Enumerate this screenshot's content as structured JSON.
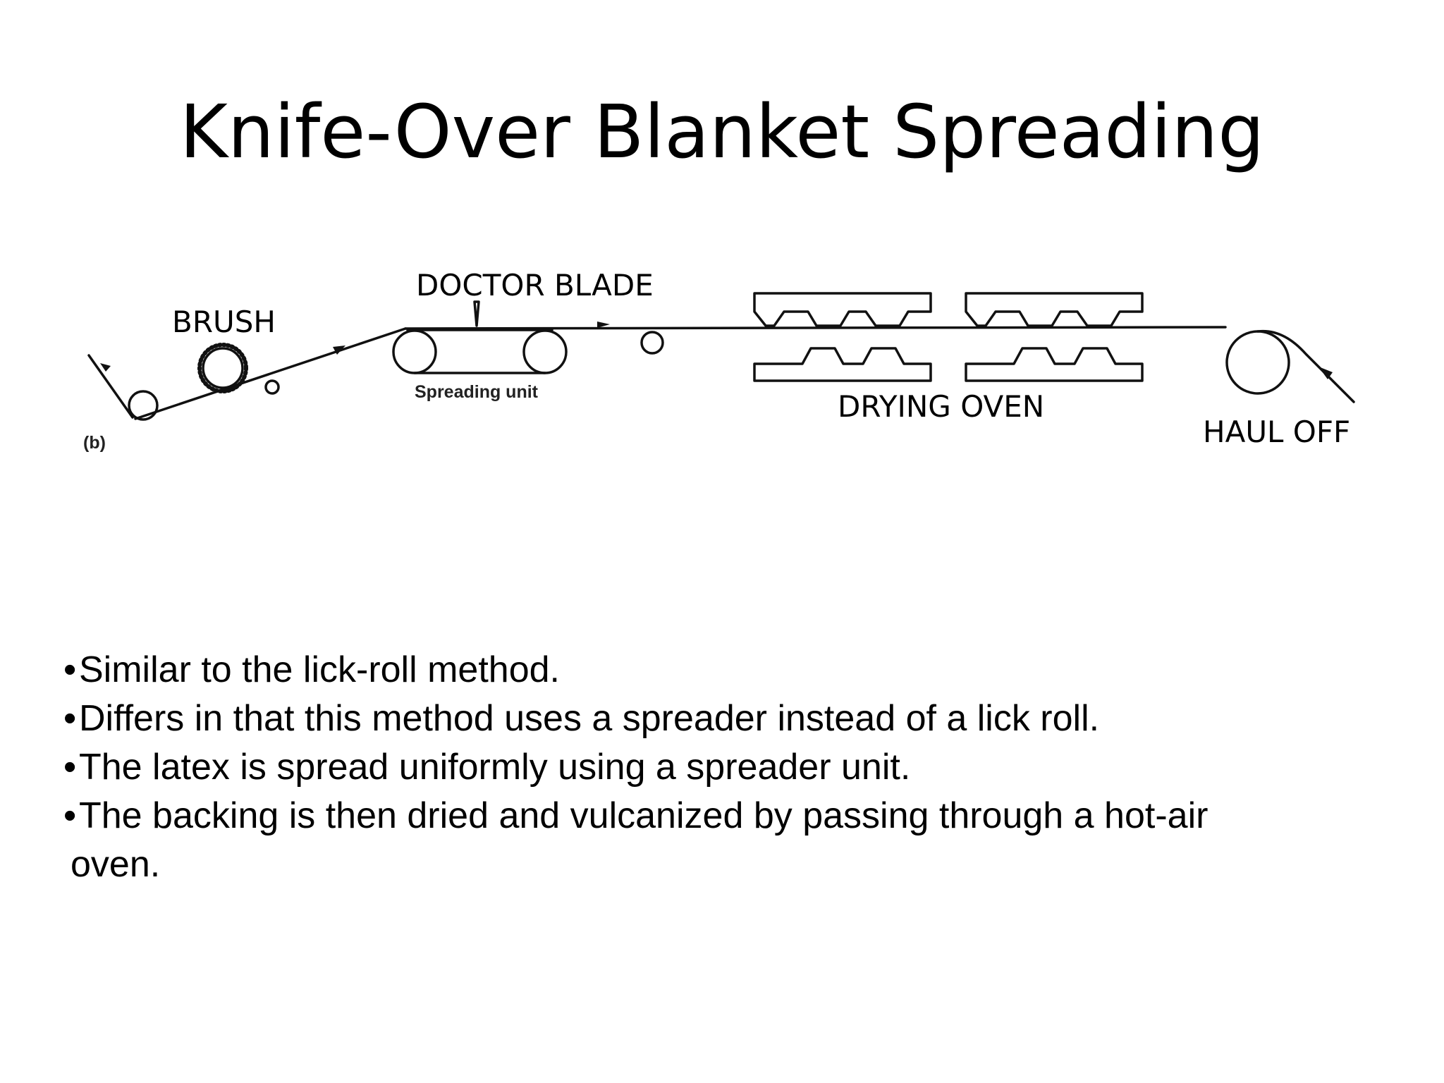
{
  "slide": {
    "title": "Knife-Over Blanket Spreading"
  },
  "diagram": {
    "labels": {
      "brush": "BRUSH",
      "doctor_blade": "DOCTOR BLADE",
      "spreading_unit": "Spreading unit",
      "drying_oven": "DRYING OVEN",
      "haul_off": "HAUL OFF",
      "panel_tag": "(b)"
    }
  },
  "bullets": {
    "marker": "•",
    "items": [
      {
        "text": "Similar to the lick-roll method."
      },
      {
        "text": "Differs in that this method uses a spreader instead of a lick roll."
      },
      {
        "text": "The latex is spread uniformly using a spreader unit."
      },
      {
        "text": "The backing is then dried and vulcanized by passing through a hot-air",
        "continuation": "oven."
      }
    ]
  }
}
